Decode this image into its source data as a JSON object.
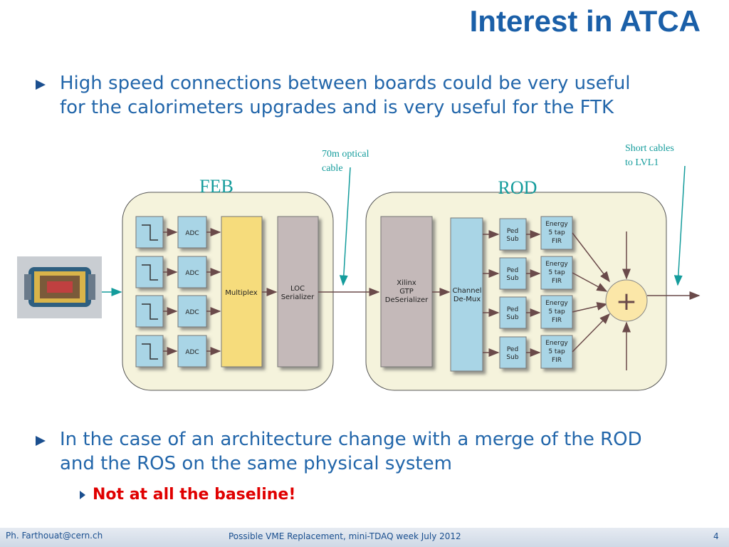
{
  "slide": {
    "title": "Interest in ATCA",
    "bullets": [
      {
        "lines": [
          "High speed connections between boards could be very useful",
          "for the calorimeters upgrades and is very useful for the FTK"
        ]
      },
      {
        "lines": [
          "In the case of an architecture change with a merge of the ROD",
          "and the ROS on the same physical system"
        ]
      }
    ],
    "sub_bullet": "Not at all the baseline!"
  },
  "diagram": {
    "feb_label": "FEB",
    "rod_label": "ROD",
    "optical_note": [
      "70m optical",
      "cable"
    ],
    "cables_note": [
      "Short cables",
      "to LVL1"
    ],
    "adc_label": "ADC",
    "multiplex_label": "Multiplex",
    "loc_label": [
      "LOC",
      "Serializer"
    ],
    "xilinx_label": [
      "Xilinx",
      "GTP",
      "DeSerializer"
    ],
    "demux_label": [
      "Channel",
      "De-Mux"
    ],
    "ped_label": [
      "Ped",
      "Sub"
    ],
    "energy_label": [
      "Energy",
      "5 tap",
      "FIR"
    ],
    "sum_symbol": "+",
    "colors": {
      "panel": "#f5f3dc",
      "adc": "#a9d5e6",
      "multiplex": "#f6dc7c",
      "serializer": "#c4b9b9",
      "demux": "#a9d5e6",
      "sum": "#fbe7a8",
      "arrow": "#6a4a4a",
      "note": "#149c9c"
    }
  },
  "footer": {
    "email": "Ph. Farthouat@cern.ch",
    "center": "Possible VME Replacement, mini-TDAQ week July 2012",
    "page": "4"
  }
}
